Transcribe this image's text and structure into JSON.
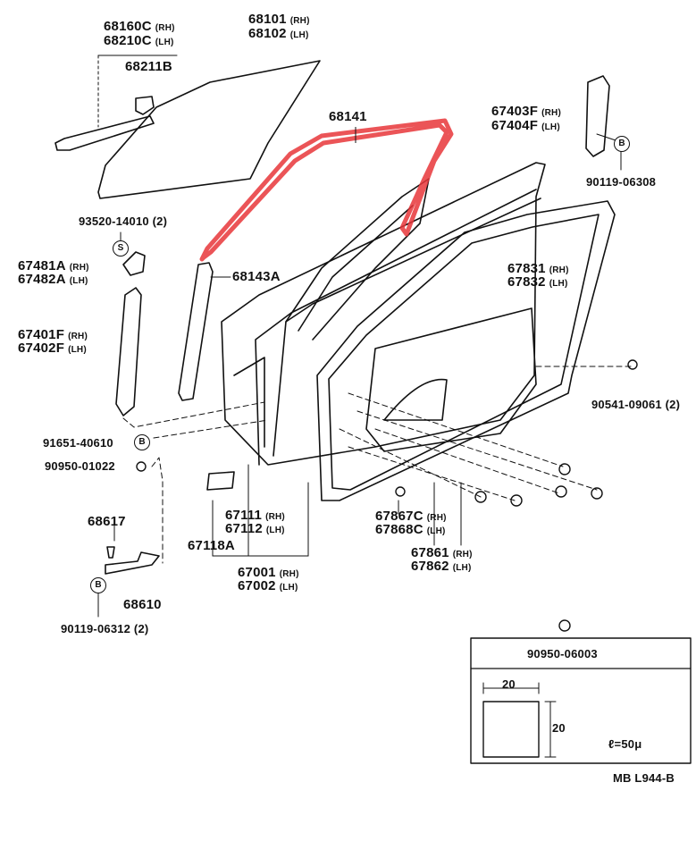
{
  "colors": {
    "ink": "#111111",
    "highlight": "#e8363a",
    "background": "#ffffff"
  },
  "parts": {
    "glass_rh": "68101",
    "glass_lh": "68102",
    "channel_rh": "68160C",
    "channel_lh": "68210C",
    "clip": "68211B",
    "run_highlighted": "68141",
    "run_lower": "68143A",
    "frame_rh": "67403F",
    "frame_lh": "67404F",
    "screw_top": "90119-06308",
    "bolt_glass": "93520-14010 (2)",
    "bracket_rh": "67481A",
    "bracket_lh": "67482A",
    "sash_rh": "67401F",
    "sash_lh": "67402F",
    "weather_rh": "67831",
    "weather_lh": "67832",
    "clip_right": "90541-09061 (2)",
    "screw_hinge": "91651-40610",
    "plug": "90950-01022",
    "pin": "68617",
    "check": "68610",
    "screw_check": "90119-06312 (2)",
    "trim_rh": "67111",
    "trim_lh": "67112",
    "trim_pad": "67118A",
    "door_rh": "67001",
    "door_lh": "67002",
    "clip_seal_rh": "67867C",
    "clip_seal_lh": "67868C",
    "seal_rh": "67861",
    "seal_lh": "67862"
  },
  "sides": {
    "rh": "(RH)",
    "lh": "(LH)"
  },
  "callouts": {
    "b": "B",
    "s": "S"
  },
  "inset": {
    "part": "90950-06003",
    "width": "20",
    "height": "20",
    "thickness": "ℓ=50μ"
  },
  "ref": "MB  L944-B"
}
